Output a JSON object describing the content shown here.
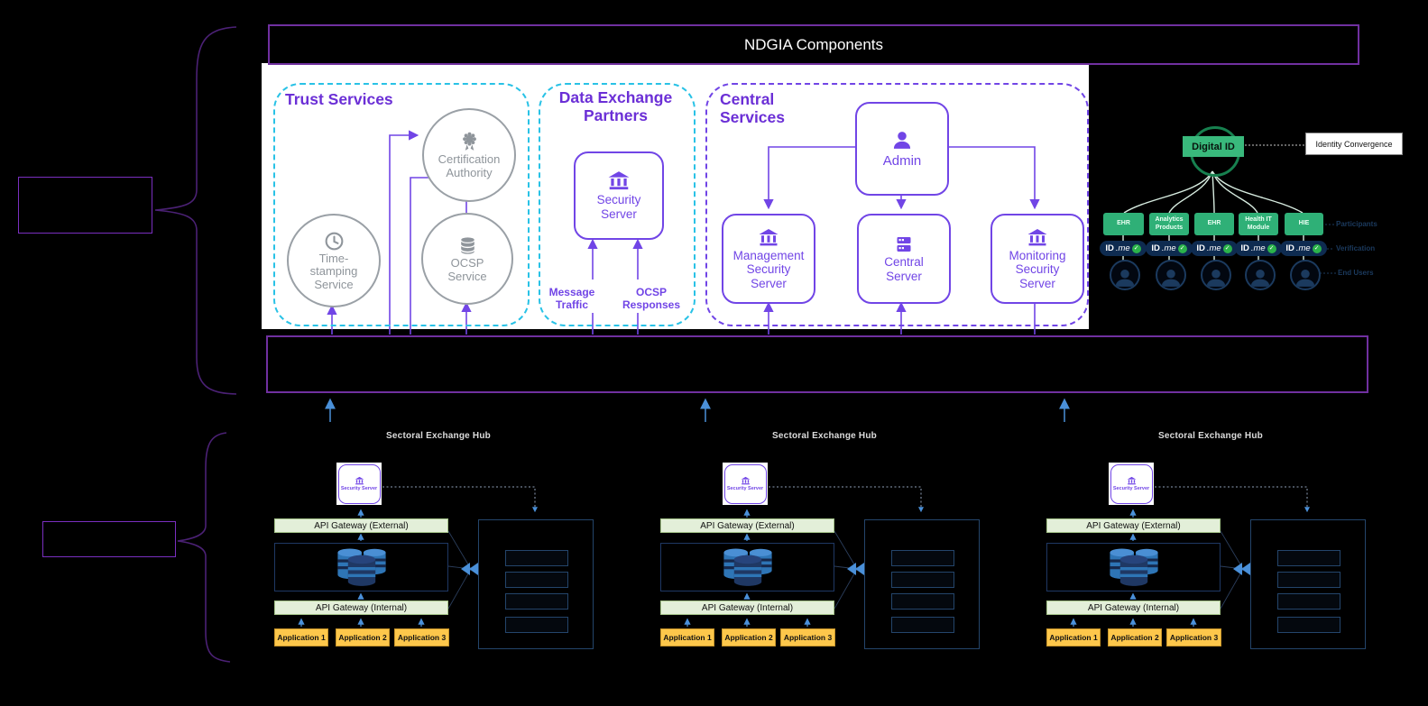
{
  "header": {
    "title": "NDGIA Components"
  },
  "ndgia": {
    "trust": {
      "title": "Trust Services",
      "certification_authority": "Certification Authority",
      "time_stamping": "Time-stamping Service",
      "ocsp": "OCSP Service"
    },
    "data_exchange": {
      "title": "Data Exchange Partners",
      "security_server": "Security Server",
      "message_traffic": "Message Traffic",
      "ocsp_responses": "OCSP Responses"
    },
    "central": {
      "title": "Central Services",
      "admin": "Admin",
      "management": "Management Security Server",
      "central_server": "Central Server",
      "monitoring": "Monitoring Security Server"
    }
  },
  "identity": {
    "root": "Digital ID",
    "callout": "Identity Convergence",
    "participants": [
      {
        "label": "EHR"
      },
      {
        "label": "Analytics Products"
      },
      {
        "label": "EHR"
      },
      {
        "label": "Health IT Module"
      },
      {
        "label": "HIE"
      }
    ],
    "badge": {
      "brand": "ID",
      "suffix": ".me",
      "check": "✓"
    },
    "rows": [
      {
        "label": "Participants"
      },
      {
        "label": "Verification"
      },
      {
        "label": "End Users"
      }
    ]
  },
  "hubs": [
    {
      "title": "Sectoral Exchange Hub",
      "security_server": "Security Server",
      "gateway_external": "API Gateway (External)",
      "gateway_internal": "API Gateway (Internal)",
      "applications": [
        "Application 1",
        "Application 2",
        "Application 3"
      ]
    },
    {
      "title": "Sectoral Exchange Hub",
      "security_server": "Security Server",
      "gateway_external": "API Gateway (External)",
      "gateway_internal": "API Gateway (Internal)",
      "applications": [
        "Application 1",
        "Application 2",
        "Application 3"
      ]
    },
    {
      "title": "Sectoral Exchange Hub",
      "security_server": "Security Server",
      "gateway_external": "API Gateway (External)",
      "gateway_internal": "API Gateway (Internal)",
      "applications": [
        "Application 1",
        "Application 2",
        "Application 3"
      ]
    }
  ],
  "colors": {
    "accent_purple_border": "#7030a0",
    "diagram_purple": "#7145e6",
    "dashed_cyan": "#29c2e6",
    "node_gray": "#9aa0a6",
    "green_gateway": "#e3efd9",
    "application_amber": "#fdc74b",
    "arrow_blue": "#4a90d9",
    "identity_green": "#2fb077",
    "identity_navy": "#0e2b50",
    "white_panel": "#ffffff"
  },
  "icons": {
    "check": "✓"
  }
}
